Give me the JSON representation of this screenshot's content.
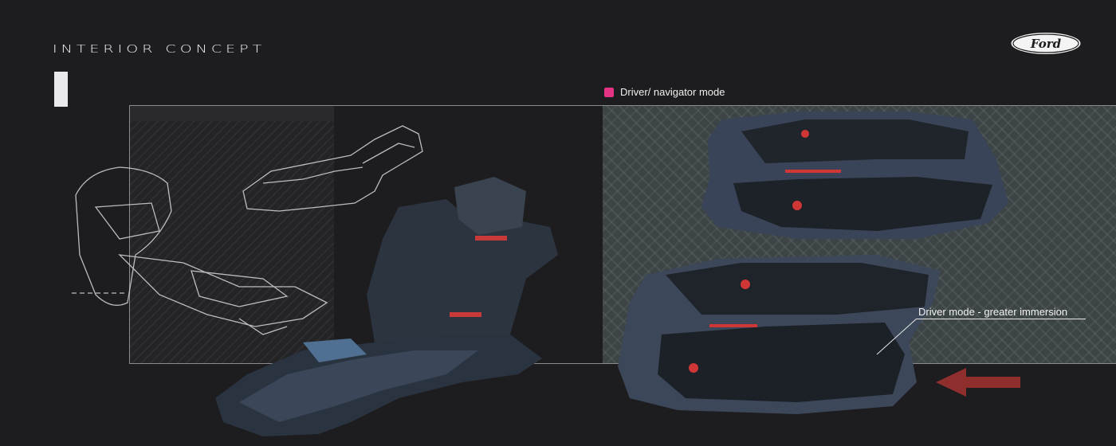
{
  "header": {
    "title": "INTERIOR CONCEPT",
    "brand": "Ford"
  },
  "legend": {
    "label": "Driver/ navigator mode",
    "color": "#e23385"
  },
  "annotation": {
    "label": "Driver mode - greater immersion"
  },
  "arrow": {
    "color": "#8e2f2d",
    "direction": "left"
  }
}
